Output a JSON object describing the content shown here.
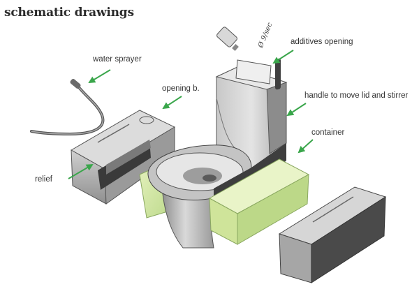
{
  "title": "schematic drawings",
  "labels": {
    "water_sprayer": "water sprayer",
    "opening_b": "opening b.",
    "additives_opening": "additives opening",
    "handle": "handle to move lid and stirrer",
    "container": "container",
    "relief": "relief",
    "handwritten": "Ø 9/sec"
  },
  "colors": {
    "arrow": "#3aa64b",
    "green_block": "#d3e8a4",
    "body_gray": "#b9b9b9",
    "dark_gray": "#4a4a4a"
  }
}
